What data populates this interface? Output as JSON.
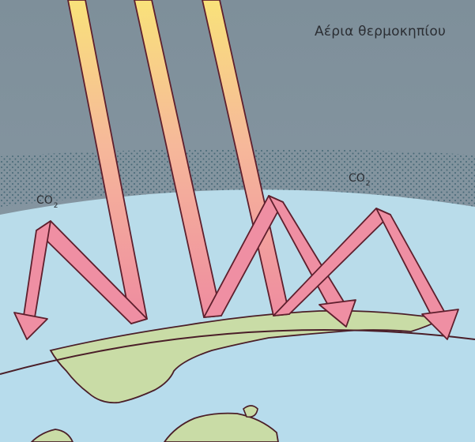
{
  "title": "Αέρια θερμοκηπίου",
  "co2_left": {
    "base": "CO",
    "sub": "2"
  },
  "co2_right": {
    "base": "CO",
    "sub": "2"
  },
  "colors": {
    "sky": "#7f909b",
    "atmosphere": "#b7dbe8",
    "land": "#c9dca6",
    "ocean": "#b6dced",
    "arrow_top": "#f9e27a",
    "arrow_bottom": "#ee8aa0",
    "outline": "#5e1f2d",
    "dots": "#355866"
  },
  "icons": [
    "incoming-radiation-arrow",
    "reflected-radiation-arrow",
    "earth-globe"
  ]
}
